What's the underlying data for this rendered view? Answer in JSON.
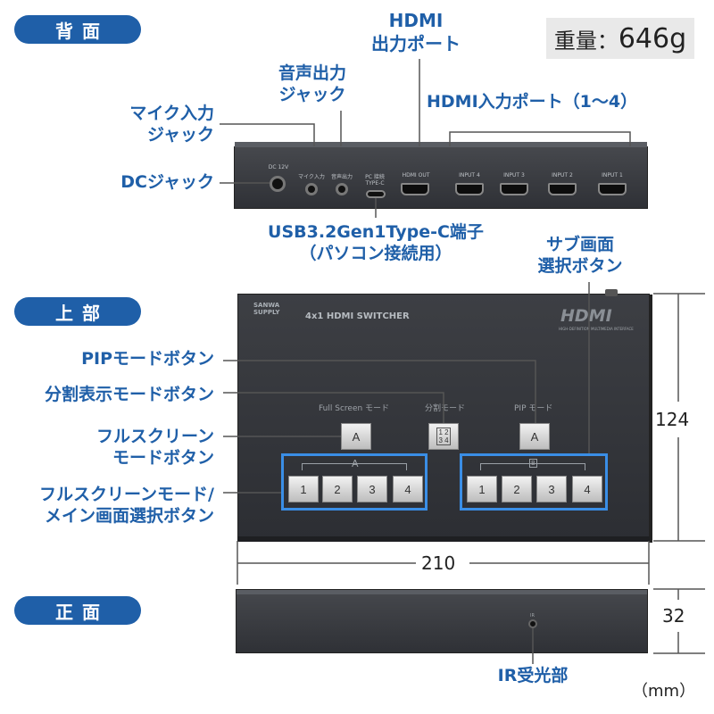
{
  "sections": {
    "back": "背面",
    "top": "上部",
    "front": "正面"
  },
  "weight": {
    "label": "重量：",
    "value": "646g"
  },
  "back_labels": {
    "hdmi_out": "HDMI\n出力ポート",
    "audio_out": "音声出力\nジャック",
    "mic_in": "マイク入力\nジャック",
    "dc": "DCジャック",
    "hdmi_in": "HDMI入力ポート（1〜4）",
    "usb": "USB3.2Gen1Type-C端子\n（パソコン接続用）"
  },
  "back_panel": {
    "dc12v": "DC 12V",
    "mic": "マイク入力",
    "audio": "音声出力",
    "pc": "PC 接続\nTYPE-C",
    "hdmi_out": "HDMI OUT",
    "inputs": [
      "INPUT 4",
      "INPUT 3",
      "INPUT 2",
      "INPUT 1"
    ]
  },
  "top_labels": {
    "sub_select": "サブ画面\n選択ボタン",
    "pip": "PIPモードボタン",
    "split": "分割表示モードボタン",
    "full": "フルスクリーン\nモードボタン",
    "main_select": "フルスクリーンモード/\nメイン画面選択ボタン"
  },
  "top_panel": {
    "brand": "SANWA\nSUPPLY",
    "model": "4x1 HDMI SWITCHER",
    "hdmi_logo": "HDMI",
    "hdmi_sub": "HIGH-DEFINITION MULTIMEDIA INTERFACE",
    "full_screen": "Full Screen モード",
    "split_mode": "分割モード",
    "pip_mode": "PIP モード",
    "mode_btn": "A",
    "split_btn": "1 2\n3 4",
    "pip_btn": "A",
    "group_a": "A",
    "group_b": "B",
    "main_buttons": [
      "1",
      "2",
      "3",
      "4"
    ],
    "sub_buttons": [
      "1",
      "2",
      "3",
      "4"
    ]
  },
  "dimensions": {
    "height": "124",
    "width": "210",
    "depth": "32",
    "unit": "（mm）"
  },
  "front_labels": {
    "ir": "IR受光部",
    "ir_small": "IR"
  },
  "colors": {
    "accent": "#1f5fa8",
    "highlight": "#3a8ee6",
    "device": "#3a3c41"
  }
}
